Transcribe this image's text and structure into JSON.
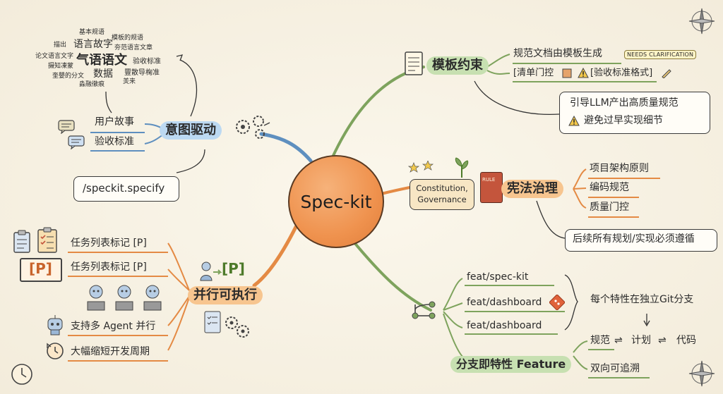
{
  "center": "Spec-kit",
  "branches": {
    "intent": {
      "title": "意图驱动",
      "items": [
        "用户故事",
        "验收标准"
      ],
      "command": "/speckit.specify",
      "cloud": [
        "基本规语",
        "模板的规语",
        "描出",
        "语言故字",
        "夯范语言文章",
        "论文语言文字",
        "气语语文",
        "验收标准",
        "摄知凍蒙",
        "数据",
        "奎嬰的分文",
        "豐散导椈准",
        "淼融徹痕",
        "羙来"
      ]
    },
    "template": {
      "title": "模板约束",
      "line1": "规范文档由模板生成",
      "badge": "NEEDS CLARIFICATION",
      "line2a": "[清单门控",
      "line2b": "[验收标准格式]",
      "box1": "引导LLM产出高质量规范",
      "box2": "避免过早实现细节"
    },
    "constitution": {
      "label": "Constitution, Governance",
      "book": "RULE",
      "title": "宪法治理",
      "items": [
        "项目架构原则",
        "编码规范",
        "质量门控"
      ],
      "note": "后续所有规划/实现必须遵循"
    },
    "parallel": {
      "title": "并行可执行",
      "items": [
        "任务列表标记 [P]",
        "任务列表标记 [P]",
        "支持多 Agent 并行",
        "大幅缩短开发周期"
      ],
      "p_mark": "[P]"
    },
    "branch": {
      "title": "分支即特性 Feature",
      "branches": [
        "feat/spec-kit",
        "feat/dashboard",
        "feat/dashboard"
      ],
      "note": "每个特性在独立Git分支",
      "flow": [
        "规范",
        "计划",
        "代码"
      ],
      "trace": "双向可追溯"
    }
  },
  "colors": {
    "blue": "#7fa9d3",
    "orange": "#e48a44",
    "green": "#7ea35d",
    "center": "#ef924e"
  }
}
